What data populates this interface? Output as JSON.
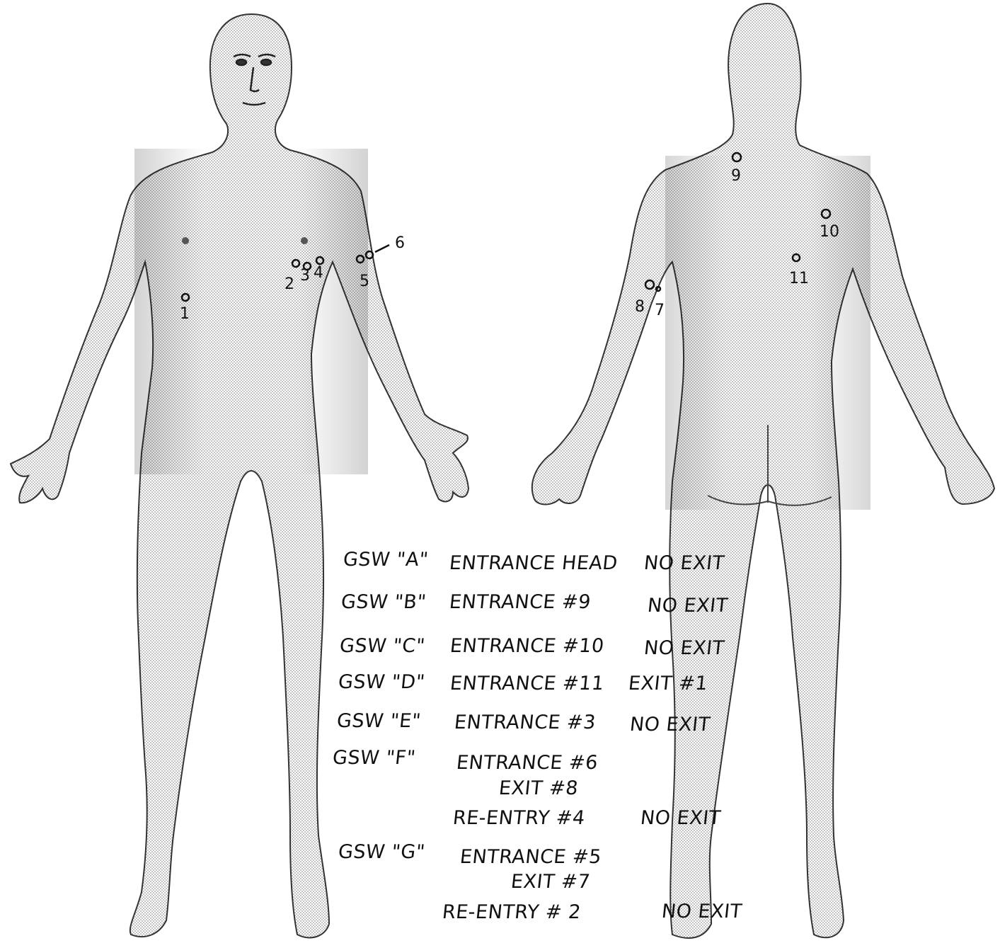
{
  "wound_marks": {
    "front": [
      {
        "id": "1",
        "label": "1"
      },
      {
        "id": "2",
        "label": "2"
      },
      {
        "id": "3",
        "label": "3"
      },
      {
        "id": "4",
        "label": "4"
      },
      {
        "id": "5",
        "label": "5"
      },
      {
        "id": "6",
        "label": "6"
      }
    ],
    "back": [
      {
        "id": "7",
        "label": "7"
      },
      {
        "id": "8",
        "label": "8"
      },
      {
        "id": "9",
        "label": "9"
      },
      {
        "id": "10",
        "label": "10"
      },
      {
        "id": "11",
        "label": "11"
      }
    ]
  },
  "notes": [
    {
      "gsw": "GSW \"A\"",
      "detail": "ENTRANCE HEAD",
      "result": "NO EXIT"
    },
    {
      "gsw": "GSW \"B\"",
      "detail": "ENTRANCE #9",
      "result": "NO EXIT"
    },
    {
      "gsw": "GSW \"C\"",
      "detail": "ENTRANCE #10",
      "result": "NO EXIT"
    },
    {
      "gsw": "GSW \"D\"",
      "detail": "ENTRANCE #11",
      "result": "EXIT #1"
    },
    {
      "gsw": "GSW \"E\"",
      "detail": "ENTRANCE #3",
      "result": "NO EXIT"
    },
    {
      "gsw": "GSW \"F\"",
      "detail": "ENTRANCE #6",
      "result": ""
    },
    {
      "gsw": "",
      "detail": "EXIT #8",
      "result": ""
    },
    {
      "gsw": "",
      "detail": "RE-ENTRY #4",
      "result": "NO EXIT"
    },
    {
      "gsw": "GSW \"G\"",
      "detail": "ENTRANCE #5",
      "result": ""
    },
    {
      "gsw": "",
      "detail": "EXIT #7",
      "result": ""
    },
    {
      "gsw": "",
      "detail": "RE-ENTRY # 2",
      "result": "NO EXIT"
    }
  ]
}
